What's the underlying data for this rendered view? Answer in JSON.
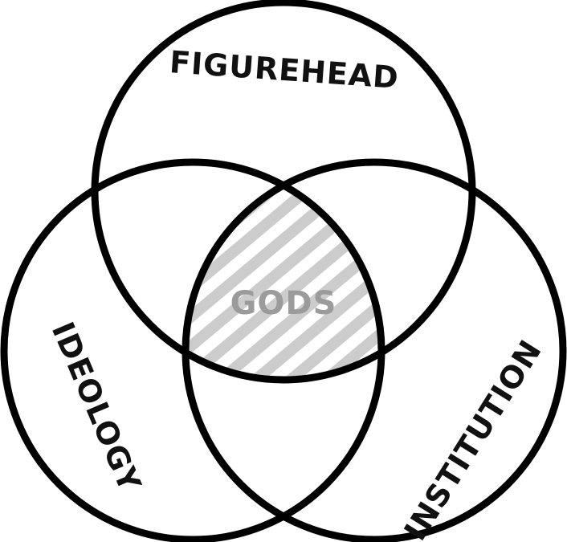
{
  "diagram": {
    "type": "venn-3",
    "sets": [
      {
        "id": "top",
        "label": "FIGUREHEAD"
      },
      {
        "id": "left",
        "label": "IDEOLOGY"
      },
      {
        "id": "right",
        "label": "INSTITUTION"
      }
    ],
    "intersection": {
      "label": "GODS",
      "fill": "hatched",
      "hatch_color": "#cccccc",
      "label_color": "#9b9b9b"
    },
    "stroke_color": "#000000",
    "background": "#ffffff"
  }
}
